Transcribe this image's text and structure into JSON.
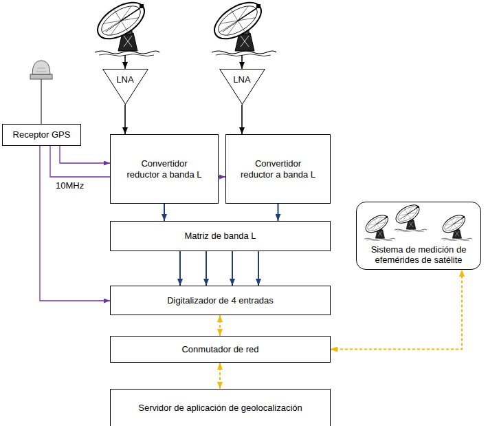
{
  "diagram": {
    "nodes": [
      {
        "text": [
          "LNA"
        ]
      },
      {
        "text": [
          "LNA"
        ]
      },
      {
        "text": [
          "Receptor GPS"
        ]
      },
      {
        "text": [
          "Convertidor reductor a banda L"
        ]
      },
      {
        "text": [
          "Convertidor reductor a banda L"
        ]
      },
      {
        "text": [
          "Matriz de banda L"
        ]
      },
      {
        "text": [
          "Digitalizador de 4 entradas"
        ]
      },
      {
        "text": [
          "Sistema de medición de efemérides de satélite"
        ]
      },
      {
        "text": [
          "Conmutador de red"
        ]
      },
      {
        "text": [
          "Servidor de aplicación de geolocalización"
        ]
      }
    ],
    "edges": [
      {
        "from": 0,
        "to": 3,
        "arrow": "to"
      },
      {
        "from": 1,
        "to": 4,
        "arrow": "to"
      },
      {
        "from": 2,
        "to": 3,
        "arrow": "to"
      },
      {
        "from": 2,
        "to": 4,
        "arrow": "to"
      },
      {
        "from": 2,
        "to": 6,
        "arrow": "to"
      },
      {
        "from": 3,
        "to": 5,
        "arrow": "to"
      },
      {
        "from": 4,
        "to": 5,
        "arrow": "to"
      },
      {
        "from": 5,
        "to": 6,
        "arrow": "to"
      },
      {
        "from": 5,
        "to": 6,
        "arrow": "to"
      },
      {
        "from": 5,
        "to": 6,
        "arrow": "to"
      },
      {
        "from": 5,
        "to": 6,
        "arrow": "to"
      },
      {
        "from": 6,
        "to": 8,
        "arrow": "both"
      },
      {
        "from": 8,
        "to": 7,
        "arrow": "both"
      },
      {
        "from": 8,
        "to": 9,
        "arrow": "both"
      }
    ],
    "labels": [
      "10MHz"
    ]
  }
}
